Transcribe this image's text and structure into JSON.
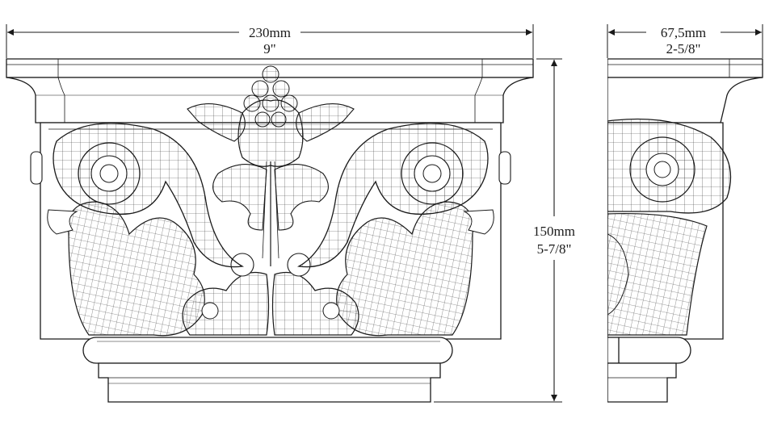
{
  "dimensions": {
    "front_width_mm": "230mm",
    "front_width_in": "9\"",
    "side_depth_mm": "67,5mm",
    "side_depth_in": "2-5/8\"",
    "height_mm": "150mm",
    "height_in": "5-7/8\""
  },
  "colors": {
    "line": "#1a1a1a",
    "background": "#ffffff"
  }
}
